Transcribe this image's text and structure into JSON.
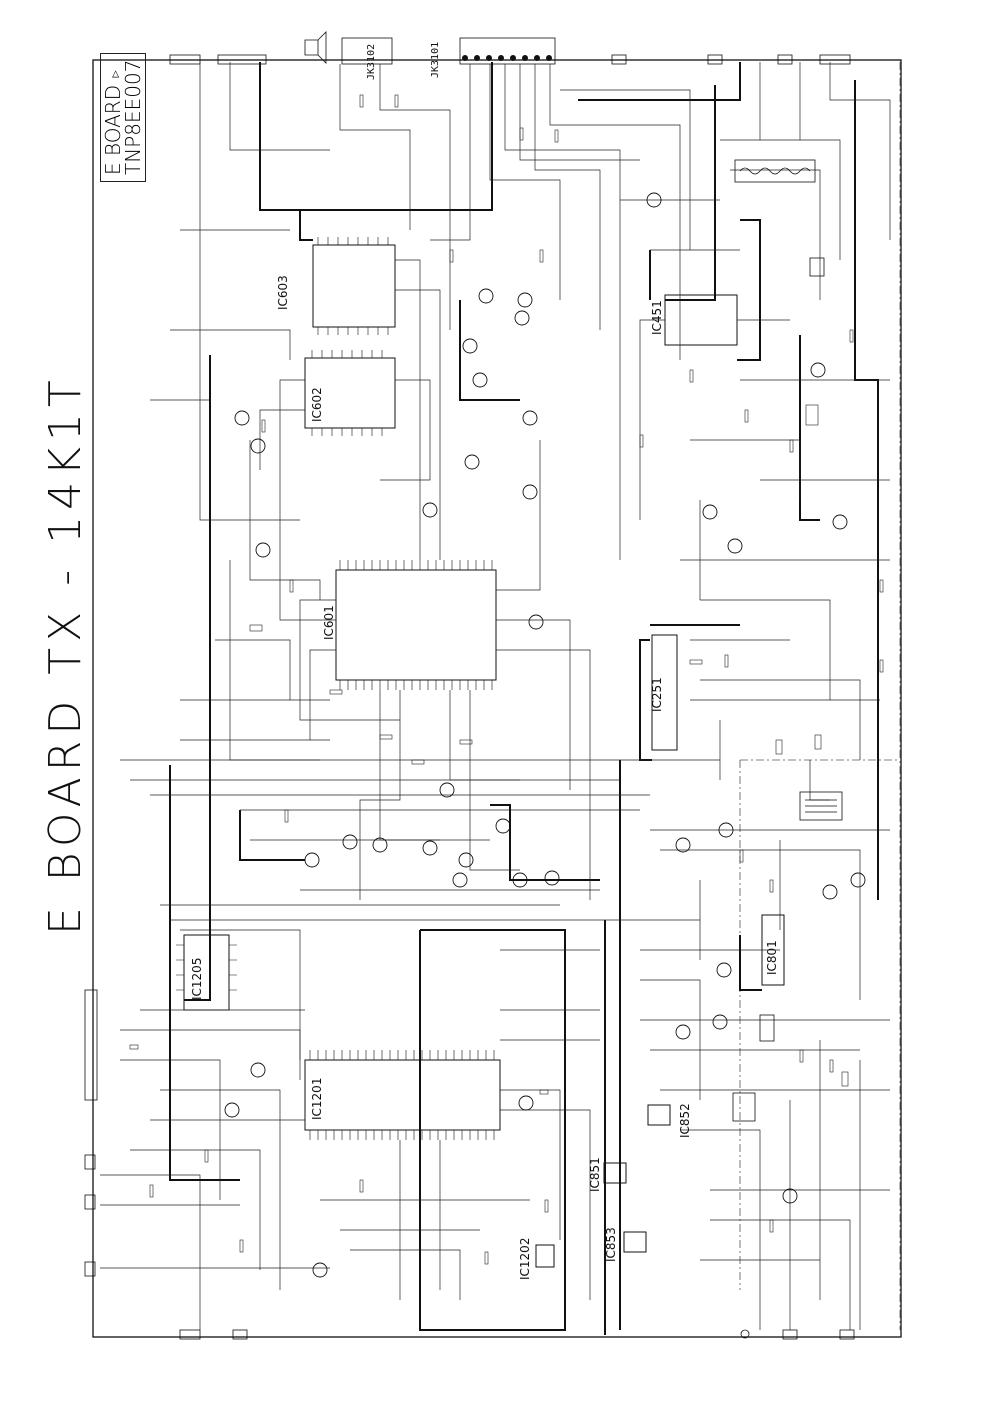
{
  "title": "E BOARD TX - 14K1T",
  "board_box": {
    "line1": "E BOARD",
    "line2": "TNP8EE007"
  },
  "connectors": {
    "jk3101": "JK3101",
    "jk3102": "JK3102"
  },
  "ics": [
    {
      "id": "ic603",
      "name": "IC603"
    },
    {
      "id": "ic602",
      "name": "IC602"
    },
    {
      "id": "ic601",
      "name": "IC601"
    },
    {
      "id": "ic451",
      "name": "IC451"
    },
    {
      "id": "ic251",
      "name": "IC251"
    },
    {
      "id": "ic1205",
      "name": "IC1205"
    },
    {
      "id": "ic1201",
      "name": "IC1201"
    },
    {
      "id": "ic1202",
      "name": "IC1202"
    },
    {
      "id": "ic801",
      "name": "IC801"
    },
    {
      "id": "ic852",
      "name": "IC852"
    },
    {
      "id": "ic851",
      "name": "IC851"
    },
    {
      "id": "ic853",
      "name": "IC853"
    }
  ]
}
